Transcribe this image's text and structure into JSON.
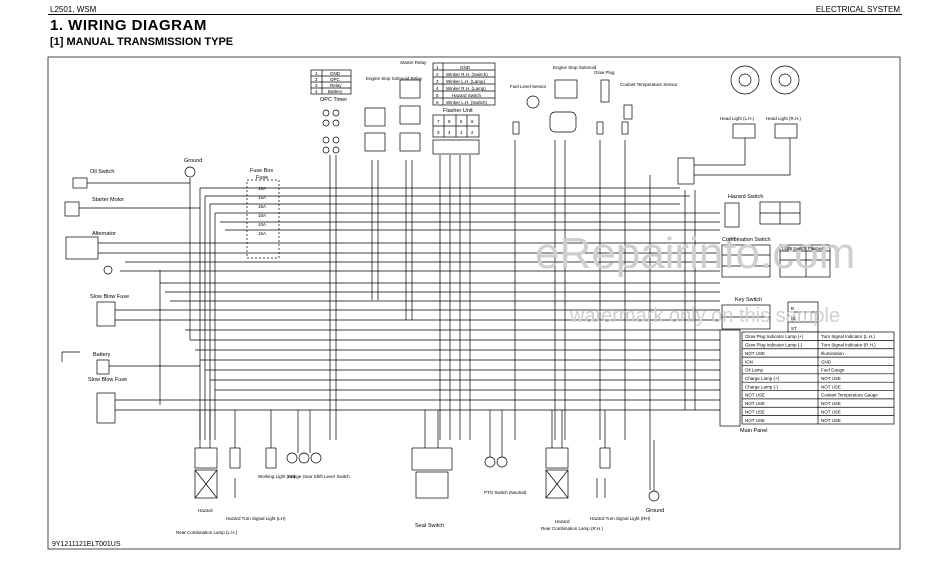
{
  "header": {
    "left": "L2501, WSM",
    "right": "ELECTRICAL SYSTEM",
    "title": "1.  WIRING DIAGRAM",
    "subtitle": "[1]  MANUAL TRANSMISSION TYPE"
  },
  "footer": {
    "code": "9Y1211121ELT001US"
  },
  "watermark": {
    "main": "eRepairinfo.com",
    "sub": "watermark only on this sample"
  },
  "components": {
    "oil_switch": "Oil Switch",
    "starter_motor": "Starter Motor",
    "alternator": "Alternator",
    "slow_blow_fuse_1": "Slow Blow Fuse",
    "battery": "Battery",
    "slow_blow_fuse_2": "Slow Blow Fuse",
    "ground_top": "Ground",
    "fuse_box": "Fuse Box",
    "fuse": "Fuse",
    "opc_timer": "OPC Timer",
    "engine_stop_relay": "Engine Stop Solenoid Relay",
    "starter_relay": "Starter Relay",
    "flasher_unit": "Flasher Unit",
    "fuel_level_sensor": "Fuel Level Sensor",
    "engine_stop_solenoid": "Engine Stop Solenoid",
    "glow_plug": "Glow Plug",
    "coolant_temp_sensor": "Coolant Temperature Sensor",
    "head_light_lh": "Head Light (L.H.)",
    "head_light_rh": "Head Light (R.H.)",
    "hazard_switch": "Hazard Switch",
    "combination_switch": "Combination Switch",
    "key_switch": "Key Switch",
    "main_panel": "Main Panel",
    "ground_bottom": "Ground",
    "rear_combo_lh": "Rear Combination Lamp (L.H.)",
    "hazard_turn_lh": "Hazard Turn Signal Light (LH)",
    "hazard_lh": "Hazard",
    "working_light": "Working Light (LH)",
    "range_gear": "Range Gear Shift Lever Switch",
    "seat_switch": "Seat Switch",
    "pto_switch": "PTO Switch (Neutral)",
    "rear_combo_rh": "Rear Combination Lamp (R.H.)",
    "hazard_turn_rh": "Hazard Turn Signal Light (RH)",
    "hazard_rh": "Hazard"
  },
  "opc_table": [
    [
      "1",
      "GND"
    ],
    [
      "2",
      "OPC"
    ],
    [
      "3",
      "Relay"
    ],
    [
      "4",
      "Battery"
    ]
  ],
  "flasher_table": [
    [
      "1",
      "GND"
    ],
    [
      "2",
      "Winker R.H. (Switch)"
    ],
    [
      "3",
      "Winker L.H. (Lamp)"
    ],
    [
      "4",
      "Winker R.H. (Lamp)"
    ],
    [
      "5",
      "Hazard Switch"
    ],
    [
      "6",
      "Winker L.H. (Switch)"
    ]
  ],
  "flasher_pins": [
    "7",
    "8",
    "5",
    "6",
    "3",
    "4",
    "1",
    "2"
  ],
  "combination_switch_header": [
    "Light Switch",
    "Flasher"
  ],
  "key_switch_rows": [
    "B",
    "IG",
    "ST"
  ],
  "main_panel_rows": [
    [
      "Glow Plug Indicator Lamp (+)",
      "Turn Signal Indicator (L.H.)"
    ],
    [
      "Glow Plug Indicator Lamp (-)",
      "Turn Signal Indicator (R.H.)"
    ],
    [
      "NOT USE",
      "Illumination"
    ],
    [
      "IGN",
      "GND"
    ],
    [
      "Oil Lamp",
      "Fuel Gauge"
    ],
    [
      "Charge Lamp (+)",
      "NOT USE"
    ],
    [
      "Charge Lamp (-)",
      "NOT USE"
    ],
    [
      "NOT USE",
      "Coolant Temperature Gauge"
    ],
    [
      "NOT USE",
      "NOT USE"
    ],
    [
      "NOT USE",
      "NOT USE"
    ],
    [
      "NOT USE",
      "NOT USE"
    ]
  ],
  "fuse_ratings": [
    "15A",
    "15A",
    "15A",
    "10A",
    "10A",
    "15A"
  ]
}
